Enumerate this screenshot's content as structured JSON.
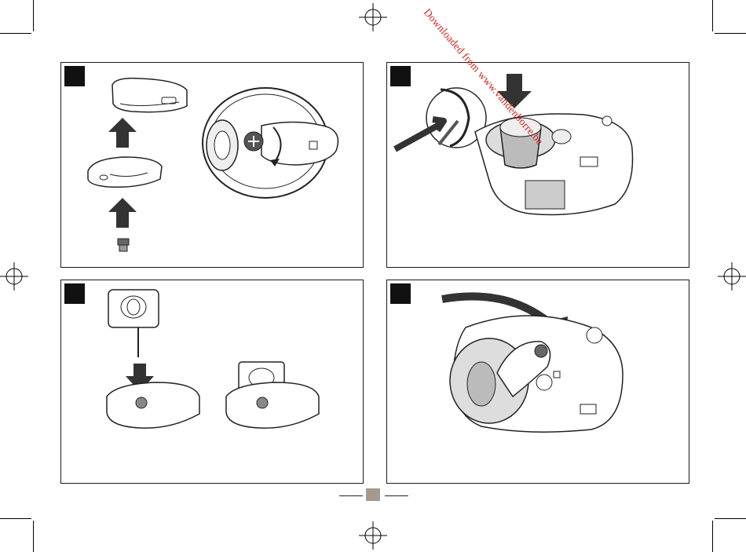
{
  "document": {
    "watermark_text": "Downloaded from www.vandenborre.be",
    "panels": [
      {
        "id": 1,
        "step_label": "",
        "icon": "remove-lid-and-paddle-icon"
      },
      {
        "id": 2,
        "step_label": "",
        "icon": "insert-bowl-icon"
      },
      {
        "id": 3,
        "step_label": "",
        "icon": "attach-paddle-icon"
      },
      {
        "id": 4,
        "step_label": "",
        "icon": "rotate-lid-icon"
      }
    ],
    "footer": {
      "page_label": ""
    },
    "colors": {
      "watermark": "#d2261e",
      "footer_mark": "#a59a90",
      "panel_border": "#1a1a1a"
    }
  }
}
